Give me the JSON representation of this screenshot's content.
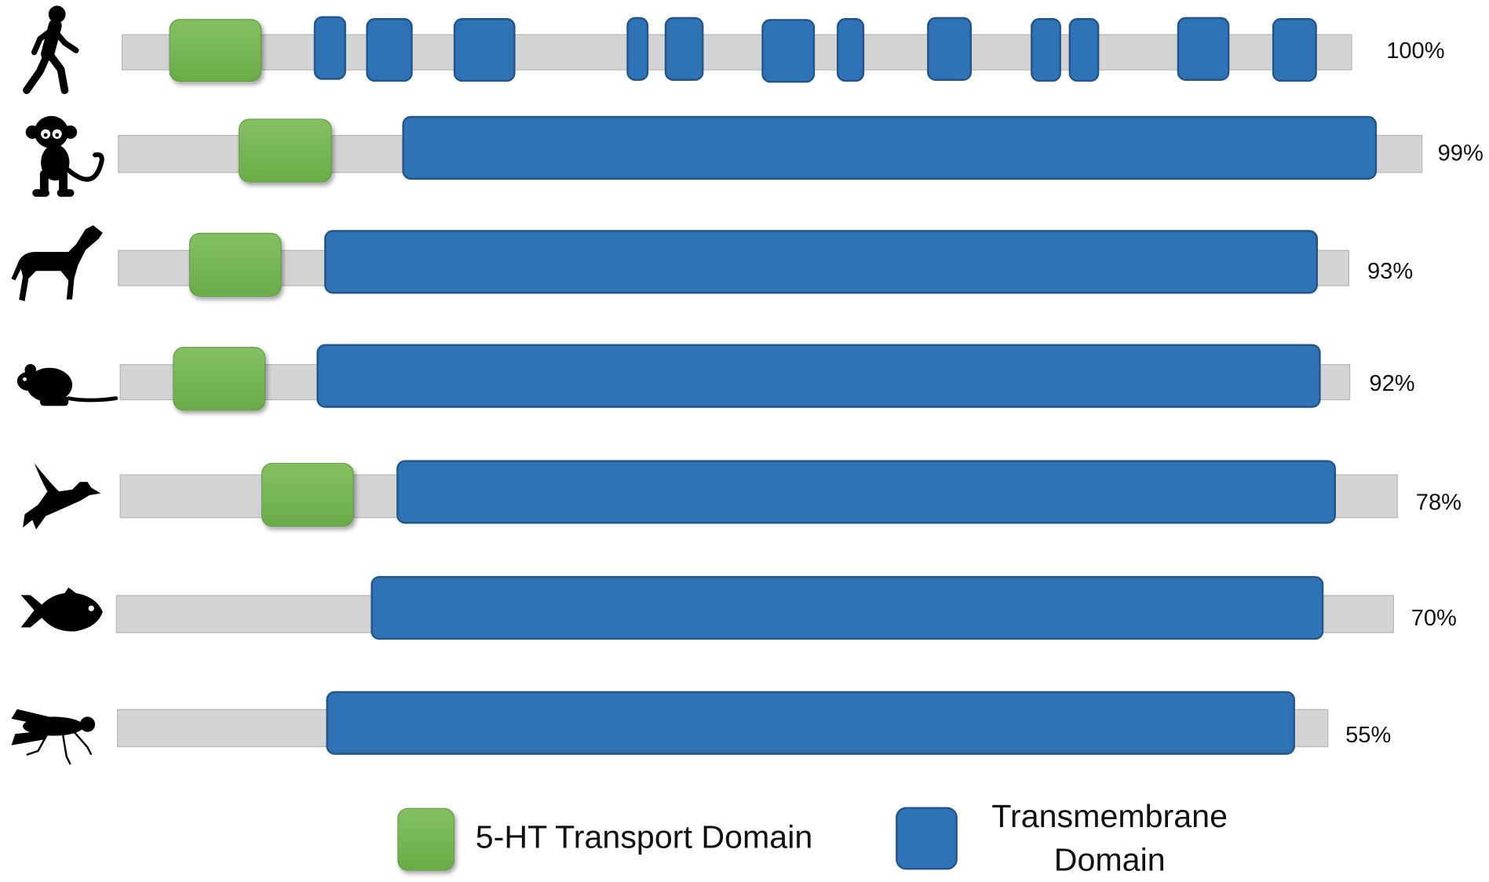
{
  "colors": {
    "track": "#d4d4d4",
    "transport_domain": "#6aac48",
    "transmembrane_domain": "#2e73b5"
  },
  "rows": [
    {
      "organism_icon": "human-icon",
      "identity": "100%"
    },
    {
      "organism_icon": "monkey-icon",
      "identity": "99%"
    },
    {
      "organism_icon": "dog-icon",
      "identity": "93%"
    },
    {
      "organism_icon": "rat-icon",
      "identity": "92%"
    },
    {
      "organism_icon": "bird-icon",
      "identity": "78%"
    },
    {
      "organism_icon": "fish-icon",
      "identity": "70%"
    },
    {
      "organism_icon": "fly-icon",
      "identity": "55%"
    }
  ],
  "legend": {
    "transport_label": "5-HT Transport Domain",
    "transmembrane_label_line1": "Transmembrane",
    "transmembrane_label_line2": "Domain"
  }
}
